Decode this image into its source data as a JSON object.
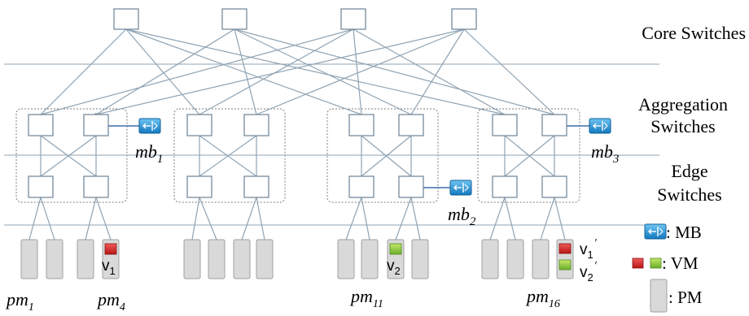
{
  "layers": {
    "core": "Core Switches",
    "aggregation_line1": "Aggregation",
    "aggregation_line2": "Switches",
    "edge_line1": "Edge",
    "edge_line2": "Switches"
  },
  "middleboxes": [
    {
      "base": "mb",
      "sub": "1"
    },
    {
      "base": "mb",
      "sub": "2"
    },
    {
      "base": "mb",
      "sub": "3"
    }
  ],
  "pm_labels": [
    {
      "base": "pm",
      "sub": "1"
    },
    {
      "base": "pm",
      "sub": "4"
    },
    {
      "base": "pm",
      "sub": "11"
    },
    {
      "base": "pm",
      "sub": "16"
    }
  ],
  "vm_labels": [
    {
      "base": "v",
      "sub": "1",
      "prime": ""
    },
    {
      "base": "v",
      "sub": "2",
      "prime": ""
    },
    {
      "base": "v",
      "sub": "1",
      "prime": "′"
    },
    {
      "base": "v",
      "sub": "2",
      "prime": "′"
    }
  ],
  "legend": {
    "mb": ": MB",
    "vm": ": VM",
    "pm": ": PM"
  },
  "colors": {
    "line": "#8fa3b3",
    "box_stroke": "#6b8296",
    "dotted": "#7d7d7d",
    "pm_fill": "#d9d9d9",
    "pm_stroke": "#a0a0a0",
    "vm_red": "#d12a2a",
    "vm_green": "#8fcc3a",
    "mb_blue": "#1f8fd6"
  }
}
